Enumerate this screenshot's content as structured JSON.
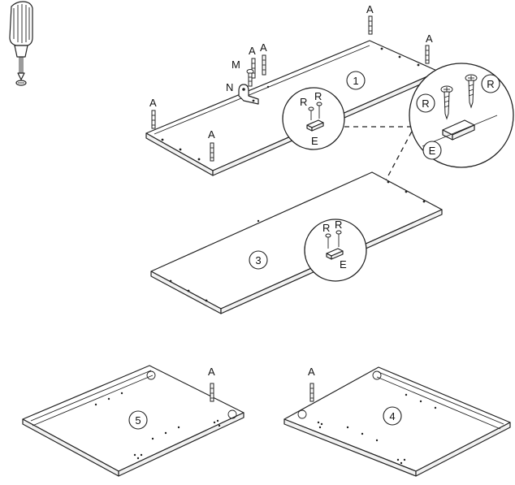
{
  "labels": {
    "dowel": "A",
    "cam_bolt": "M",
    "bracket": "N",
    "screw": "R",
    "hinge_plate": "E"
  },
  "parts": {
    "panel_1": "1",
    "panel_3": "3",
    "panel_4": "4",
    "panel_5": "5"
  }
}
